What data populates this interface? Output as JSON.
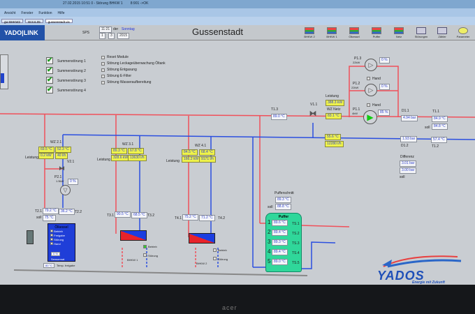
{
  "window": {
    "title": "27.02.2015 10:51 0 - Störung BHKW 1",
    "status": "8:901 ->OK"
  },
  "menu": [
    "Ansicht",
    "Fenster",
    "Funktion",
    "Hilfe"
  ],
  "tabs": [
    "gw BHKW2",
    "W.8.6.05",
    "gussenstadt.vis"
  ],
  "header": {
    "logo": "YADO|LINK",
    "sps_label": "SPS",
    "time": "11:21",
    "day_label": "der",
    "weekday": "Sonntag",
    "day": "1",
    "month": "3",
    "year": "2015",
    "place": "Gussenstadt"
  },
  "toolbar": [
    {
      "label": "BHKW 2",
      "icon": "chart-icon"
    },
    {
      "label": "BHKW 1",
      "icon": "chart-icon"
    },
    {
      "label": "Ölkessel",
      "icon": "chart-icon"
    },
    {
      "label": "Puffer",
      "icon": "chart-icon"
    },
    {
      "label": "Netz",
      "icon": "chart-icon"
    },
    {
      "label": "Störungen",
      "icon": "book-icon"
    },
    {
      "label": "Zähler",
      "icon": "book-icon"
    },
    {
      "label": "Parameter",
      "icon": "gear-icon"
    }
  ],
  "alarms": [
    "Summenstörung 1",
    "Summenstörung 2",
    "Summenstörung 3",
    "Summenstörung 4"
  ],
  "faults": [
    "Reset Module",
    "Störung Leckageüberwachung Öltank",
    "Störung Entgasung",
    "Störung E-Filter",
    "Störung Wasseraufbereitung"
  ],
  "net": {
    "t13_label": "T1.3",
    "t13": "89.0 °C",
    "v11_label": "V1.1",
    "leistung_label": "Leistung",
    "leistung": "388.3 kW",
    "wz_label": "WZ Netz",
    "wz_temp": "83.1 °C",
    "ret_temp": "55.6 °C",
    "flow": "12280 l/h",
    "p13_label": "P1.3",
    "p13_power": "22kW",
    "p13": "0 %",
    "p12_label": "P1.2",
    "p12_power": "22kW",
    "p12": "0 %",
    "p11_label": "P1.1",
    "p11_power": "4kW",
    "p11": "85 %",
    "hand_label": "Hand",
    "d11_label": "D1.1",
    "d11": "4.94 bar",
    "d12_label": "D1.2",
    "d12": "1.93 bar",
    "t11_label": "T1.1",
    "t11": "84.9 °C",
    "soll_label": "soll",
    "t11_soll": "84.8 °C",
    "t12_label": "T1.2",
    "t12": "57.4 °C",
    "diff_label": "Differenz",
    "diff": "3.01 bar",
    "diff_soll": "3.00 bar"
  },
  "wz21": {
    "label": "WZ 2.1",
    "t_vl": "69.5 °C",
    "t_rl": "52.3 °C",
    "power": "0.2 kW",
    "flow": "40 l/h",
    "leistung_label": "Leistung",
    "v21_label": "V2.1",
    "p21_label": "P2.1",
    "p21_power": "1.5kW",
    "p21": "0 %"
  },
  "wz31": {
    "label": "WZ 3.1",
    "t_vl": "89.3 °C",
    "t_rl": "67.8 °C",
    "power": "328.6 kW",
    "flow": "13630 l/h",
    "leistung_label": "Leistung"
  },
  "wz41": {
    "label": "WZ 4.1",
    "t_vl": "84.5 °C",
    "t_rl": "68.4 °C",
    "power": "166.2 kW",
    "flow": "9171 l/h",
    "leistung_label": "Leistung"
  },
  "boiler": {
    "t21_label": "T2.1",
    "t21": "79.2 °C",
    "t22_label": "T2.2",
    "t22": "36.2 °C",
    "soll_label": "soll",
    "soll": "75 °C",
    "title": "Ölkessel",
    "status": [
      "Betrieb",
      "Freigabe",
      "Störung",
      "Hand"
    ],
    "setpoint": "0 %",
    "setpoint_label": "Sensormat",
    "temp_release": "80 °C",
    "temp_release_label": "Temp. freigabe"
  },
  "bhkw1": {
    "t31_label": "T3.1",
    "t31": "90.5 °C",
    "t32_label": "T3.2",
    "t32": "68.5 °C",
    "name": "BHKW 1",
    "betrieb": "Betrieb",
    "stoerung": "Störung",
    "running": true
  },
  "bhkw2": {
    "t41_label": "T4.1",
    "t41": "75.2 °C",
    "t42_label": "T4.2",
    "t42": "71.2 °C",
    "name": "BHKW 2",
    "betrieb": "Betrieb",
    "stoerung": "Störung",
    "running": false
  },
  "buffer": {
    "avg_label": "Pufferschnitt",
    "avg": "89.3 °C",
    "soll_label": "soll",
    "soll": "88.8 °C",
    "title": "Puffer",
    "sensors": [
      {
        "n": "1",
        "v": "89.6 °C",
        "id": "TS.1"
      },
      {
        "n": "2",
        "v": "89.4 °C",
        "id": "TS.2"
      },
      {
        "n": "3",
        "v": "89.3 °C",
        "id": "TS.3"
      },
      {
        "n": "4",
        "v": "89.4 °C",
        "id": "TS.4"
      },
      {
        "n": "5",
        "v": "89.0 °C",
        "id": "TS.5"
      }
    ]
  },
  "brand": {
    "name": "YADOS",
    "slogan": "Energie mit Zukunft"
  },
  "monitor": {
    "brand": "acer"
  },
  "colors": {
    "supply": "#f0505a",
    "return": "#2b4fe0",
    "value_box": "#eef24a",
    "buffer": "#2fd79a"
  }
}
